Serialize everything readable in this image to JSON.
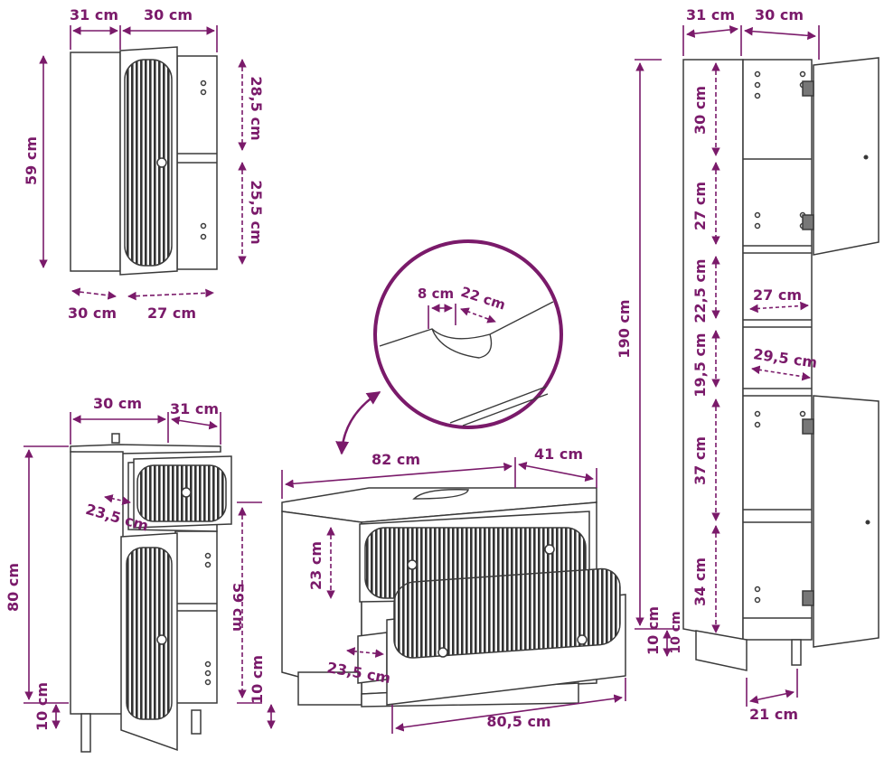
{
  "colors": {
    "accent": "#7a1a6a",
    "line": "#3a3a3a",
    "slat": "#333333",
    "fill": "#ffffff"
  },
  "wall_cabinet": {
    "depth_top": "31 cm",
    "width_top": "30 cm",
    "height": "59 cm",
    "shelf_top": "28,5 cm",
    "shelf_bottom": "25,5 cm",
    "depth_bottom": "30 cm",
    "inner_width": "27 cm"
  },
  "floor_cabinet": {
    "width": "30 cm",
    "depth": "31 cm",
    "height": "80 cm",
    "drawer_depth": "23,5 cm",
    "body_height": "59 cm",
    "leg_height_left": "10 cm",
    "leg_height_right": "10 cm"
  },
  "sink_detail": {
    "cutout_width": "8 cm",
    "cutout_depth": "22 cm"
  },
  "vanity": {
    "width": "82 cm",
    "depth": "41 cm",
    "drawer_height": "23 cm",
    "drawer_depth": "23,5 cm",
    "bottom_width": "80,5 cm"
  },
  "tall_cabinet": {
    "depth": "31 cm",
    "width": "30 cm",
    "height": "190 cm",
    "shelf_1": "30 cm",
    "shelf_2": "27 cm",
    "shelf_3": "22,5 cm",
    "shelf_4": "19,5 cm",
    "shelf_5": "37 cm",
    "shelf_6": "34 cm",
    "inner_width": "27 cm",
    "inner_depth": "29,5 cm",
    "leg_height": "10 cm",
    "leg_height_side": "10 cm",
    "base_width": "21 cm"
  }
}
